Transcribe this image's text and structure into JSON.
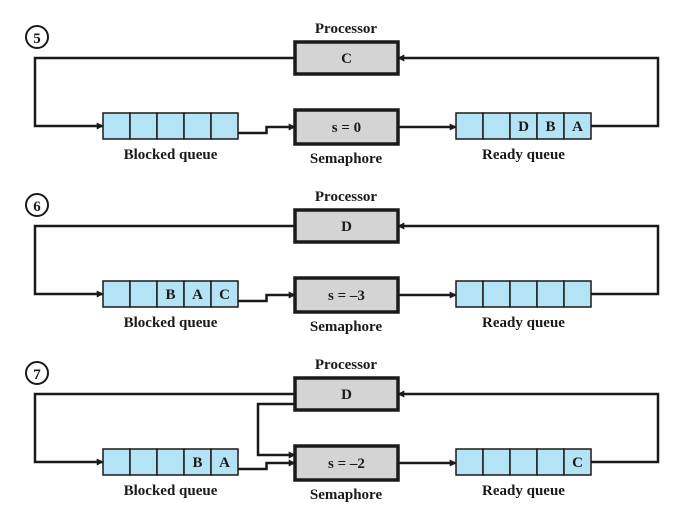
{
  "colors": {
    "box_fill": "#d4d4d4",
    "queue_fill": "#b3e3f5",
    "line": "#1a1a1a",
    "text": "#1a1a1a"
  },
  "panels": [
    {
      "step": "5",
      "processor_label": "Processor",
      "processor_value": "C",
      "semaphore_label": "Semaphore",
      "semaphore_value": "s = 0",
      "blocked_label": "Blocked queue",
      "blocked_cells": [
        "",
        "",
        "",
        "",
        ""
      ],
      "ready_label": "Ready queue",
      "ready_cells": [
        "",
        "",
        "D",
        "B",
        "A"
      ],
      "processor_to_semaphore": false
    },
    {
      "step": "6",
      "processor_label": "Processor",
      "processor_value": "D",
      "semaphore_label": "Semaphore",
      "semaphore_value": "s = –3",
      "blocked_label": "Blocked queue",
      "blocked_cells": [
        "",
        "",
        "B",
        "A",
        "C"
      ],
      "ready_label": "Ready queue",
      "ready_cells": [
        "",
        "",
        "",
        "",
        ""
      ],
      "processor_to_semaphore": false
    },
    {
      "step": "7",
      "processor_label": "Processor",
      "processor_value": "D",
      "semaphore_label": "Semaphore",
      "semaphore_value": "s = –2",
      "blocked_label": "Blocked queue",
      "blocked_cells": [
        "",
        "",
        "",
        "B",
        "A"
      ],
      "ready_label": "Ready queue",
      "ready_cells": [
        "",
        "",
        "",
        "",
        "C"
      ],
      "processor_to_semaphore": true
    }
  ]
}
